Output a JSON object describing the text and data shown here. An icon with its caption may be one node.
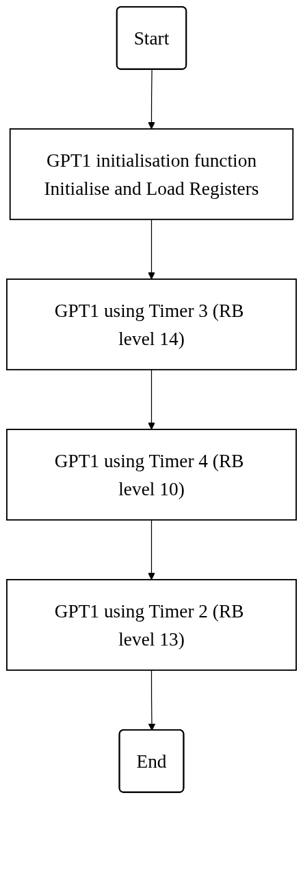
{
  "diagram": {
    "nodes": [
      {
        "text": [
          "Start"
        ]
      },
      {
        "text": [
          "GPT1 initialisation function",
          "Initialise and Load Registers"
        ]
      },
      {
        "text": [
          "GPT1 using Timer 3 (RB level 14)"
        ]
      },
      {
        "text": [
          "GPT1 using Timer 4 (RB level 10)"
        ]
      },
      {
        "text": [
          "GPT1 using Timer 2 (RB level 13)"
        ]
      },
      {
        "text": [
          "End"
        ]
      }
    ],
    "edges": [
      {
        "from": 0,
        "to": 1,
        "arrow": "to"
      },
      {
        "from": 1,
        "to": 2,
        "arrow": "to"
      },
      {
        "from": 2,
        "to": 3,
        "arrow": "to"
      },
      {
        "from": 3,
        "to": 4,
        "arrow": "to"
      },
      {
        "from": 4,
        "to": 5,
        "arrow": "to"
      }
    ]
  }
}
